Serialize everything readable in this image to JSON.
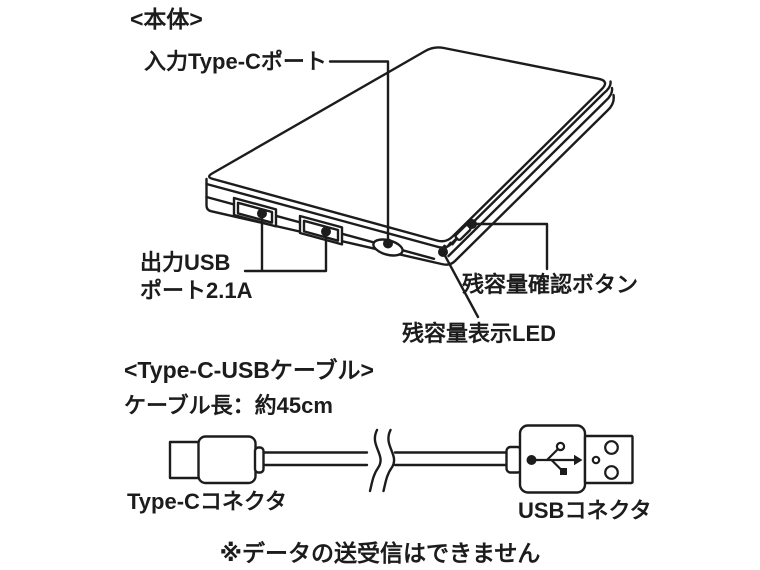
{
  "colors": {
    "line": "#1c1c1c",
    "background": "#ffffff"
  },
  "device_section": {
    "heading": "<本体>",
    "labels": {
      "input_port": "入力Type-Cポート",
      "output_port_line1": "出力USB",
      "output_port_line2": "ポート2.1A",
      "check_button": "残容量確認ボタン",
      "led": "残容量表示LED"
    }
  },
  "cable_section": {
    "heading": "<Type-C-USBケーブル>",
    "cable_length": "ケーブル長：約45cm",
    "labels": {
      "typec_connector": "Type-Cコネクタ",
      "usb_connector": "USBコネクタ"
    },
    "note": "※データの送受信はできません"
  }
}
